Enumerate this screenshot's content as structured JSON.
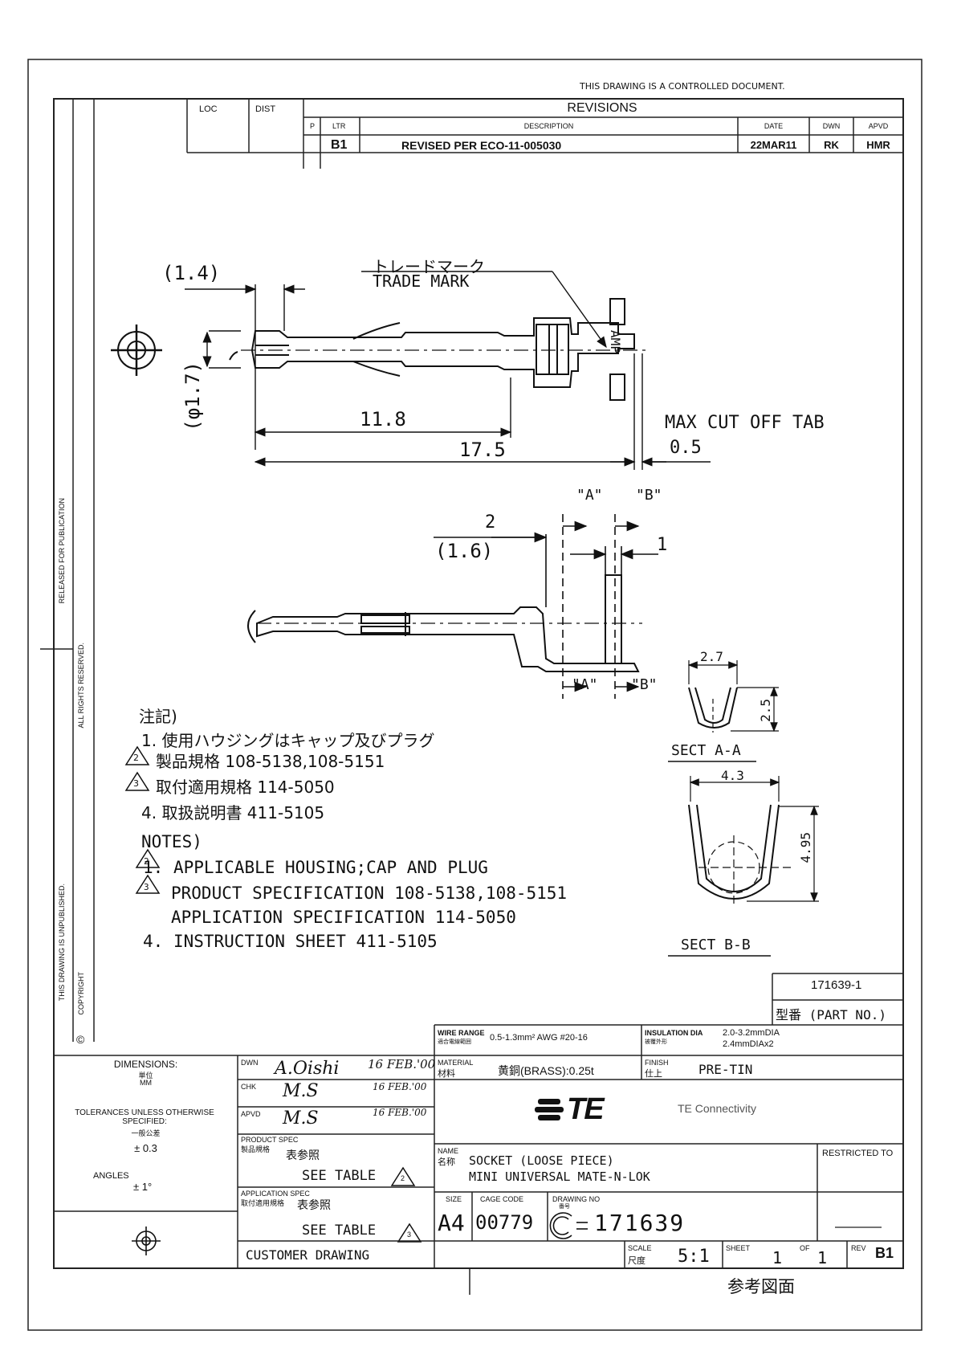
{
  "header": {
    "controlled": "THIS DRAWING IS A CONTROLLED DOCUMENT."
  },
  "revisions": {
    "title": "REVISIONS",
    "loc": "LOC",
    "dist": "DIST",
    "col_p": "P",
    "col_ltr": "LTR",
    "col_desc": "DESCRIPTION",
    "col_date": "DATE",
    "col_dwn": "DWN",
    "col_apvd": "APVD",
    "rows": [
      {
        "ltr": "B1",
        "desc": "REVISED PER ECO-11-005030",
        "date": "22MAR11",
        "dwn": "RK",
        "apvd": "HMR"
      }
    ]
  },
  "side_labels": {
    "released": "RELEASED FOR PUBLICATION",
    "rights": "ALL RIGHTS RESERVED.",
    "unpublished": "THIS DRAWING IS UNPUBLISHED.",
    "copyright": "COPYRIGHT",
    "copyright_symbol": "©"
  },
  "drawing": {
    "trade_mark_jp": "トレードマーク",
    "trade_mark": "TRADE MARK",
    "dim_1_4": "(1.4)",
    "dim_phi_1_7": "(φ1.7)",
    "dim_11_8": "11.8",
    "dim_17_5": "17.5",
    "max_cut": "MAX CUT OFF TAB",
    "dim_0_5": "0.5",
    "amp_mark": "AMP",
    "sect_a_top": "\"A\"",
    "sect_b_top": "\"B\"",
    "sect_a_bottom": "\"A\"",
    "sect_b_bottom": "\"B\"",
    "dim_2": "2",
    "dim_1_6": "(1.6)",
    "dim_1": "1",
    "dim_2_7": "2.7",
    "dim_2_5": "2.5",
    "sect_aa": "SECT A-A",
    "dim_4_3": "4.3",
    "dim_4_95": "4.95",
    "sect_bb": "SECT B-B"
  },
  "notes_jp": {
    "title": "注記)",
    "items": [
      {
        "mark": "1.",
        "text": "使用ハウジングはキャップ及びプラグ"
      },
      {
        "mark": "2",
        "text": "製品規格 108-5138,108-5151"
      },
      {
        "mark": "3",
        "text": "取付適用規格 114-5050"
      },
      {
        "mark": "4.",
        "text": "取扱説明書 411-5105"
      }
    ]
  },
  "notes_en": {
    "title": "NOTES)",
    "items": [
      {
        "mark": "1.",
        "text": "APPLICABLE HOUSING;CAP AND PLUG"
      },
      {
        "mark": "2",
        "text": "PRODUCT SPECIFICATION 108-5138,108-5151"
      },
      {
        "mark": "3",
        "text": "APPLICATION SPECIFICATION 114-5050"
      },
      {
        "mark": "4.",
        "text": "INSTRUCTION SHEET 411-5105"
      }
    ]
  },
  "part": {
    "number": "171639-1",
    "label": "型番 (PART NO.)"
  },
  "title_block": {
    "dimensions_label": "DIMENSIONS:",
    "dimensions_jp": "単位",
    "dimensions_unit": "MM",
    "tolerances_label": "TOLERANCES UNLESS OTHERWISE SPECIFIED:",
    "tolerances_jp": "一般公差",
    "tolerance": "± 0.3",
    "angles_label": "ANGLES",
    "angles": "± 1°",
    "dwn_label": "DWN",
    "dwn_sign": "A.Oishi",
    "dwn_date": "16 FEB.'00",
    "chk_label": "CHK",
    "chk_sign": "M.S",
    "chk_date": "16 FEB.'00",
    "apvd_label": "APVD",
    "apvd_sign": "M.S",
    "apvd_date": "16 FEB.'00",
    "product_spec_label": "PRODUCT SPEC",
    "product_spec_jp": "製品規格",
    "product_spec_ref_jp": "表参照",
    "product_spec_ref": "SEE TABLE",
    "product_spec_tri": "2",
    "application_spec_label": "APPLICATION SPEC",
    "application_spec_jp": "取付適用規格",
    "application_spec_ref_jp": "表参照",
    "application_spec_ref": "SEE TABLE",
    "application_spec_tri": "3",
    "customer_drawing": "CUSTOMER DRAWING",
    "wire_range_label": "WIRE RANGE",
    "wire_range_jp": "適合電線範囲",
    "wire_range": "0.5-1.3mm²  AWG #20-16",
    "insulation_label": "INSULATION DIA",
    "insulation_jp": "被覆外形",
    "insulation_1": "2.0-3.2mmDIA",
    "insulation_2": "2.4mmDIAx2",
    "material_label": "MATERIAL",
    "material_jp": "材料",
    "material": "黄銅(BRASS):0.25t",
    "finish_label": "FINISH",
    "finish_jp": "仕上",
    "finish": "PRE-TIN",
    "logo": "TE",
    "company": "TE Connectivity",
    "name_label": "NAME",
    "name_jp": "名称",
    "name_1": "SOCKET (LOOSE PIECE)",
    "name_2": "MINI UNIVERSAL MATE-N-LOK",
    "size_label": "SIZE",
    "size": "A4",
    "cage_label": "CAGE CODE",
    "cage": "00779",
    "dwg_label": "DRAWING NO",
    "dwg_jp": "番号",
    "dwg_prefix": "C",
    "dwg_number": "171639",
    "restricted_label": "RESTRICTED TO",
    "restricted_value": "———",
    "scale_label": "SCALE",
    "scale_jp": "尺度",
    "scale": "5:1",
    "sheet_label": "SHEET",
    "sheet": "1",
    "of_label": "OF",
    "of": "1",
    "rev_label": "REV",
    "rev": "B1",
    "reference": "参考図面"
  }
}
